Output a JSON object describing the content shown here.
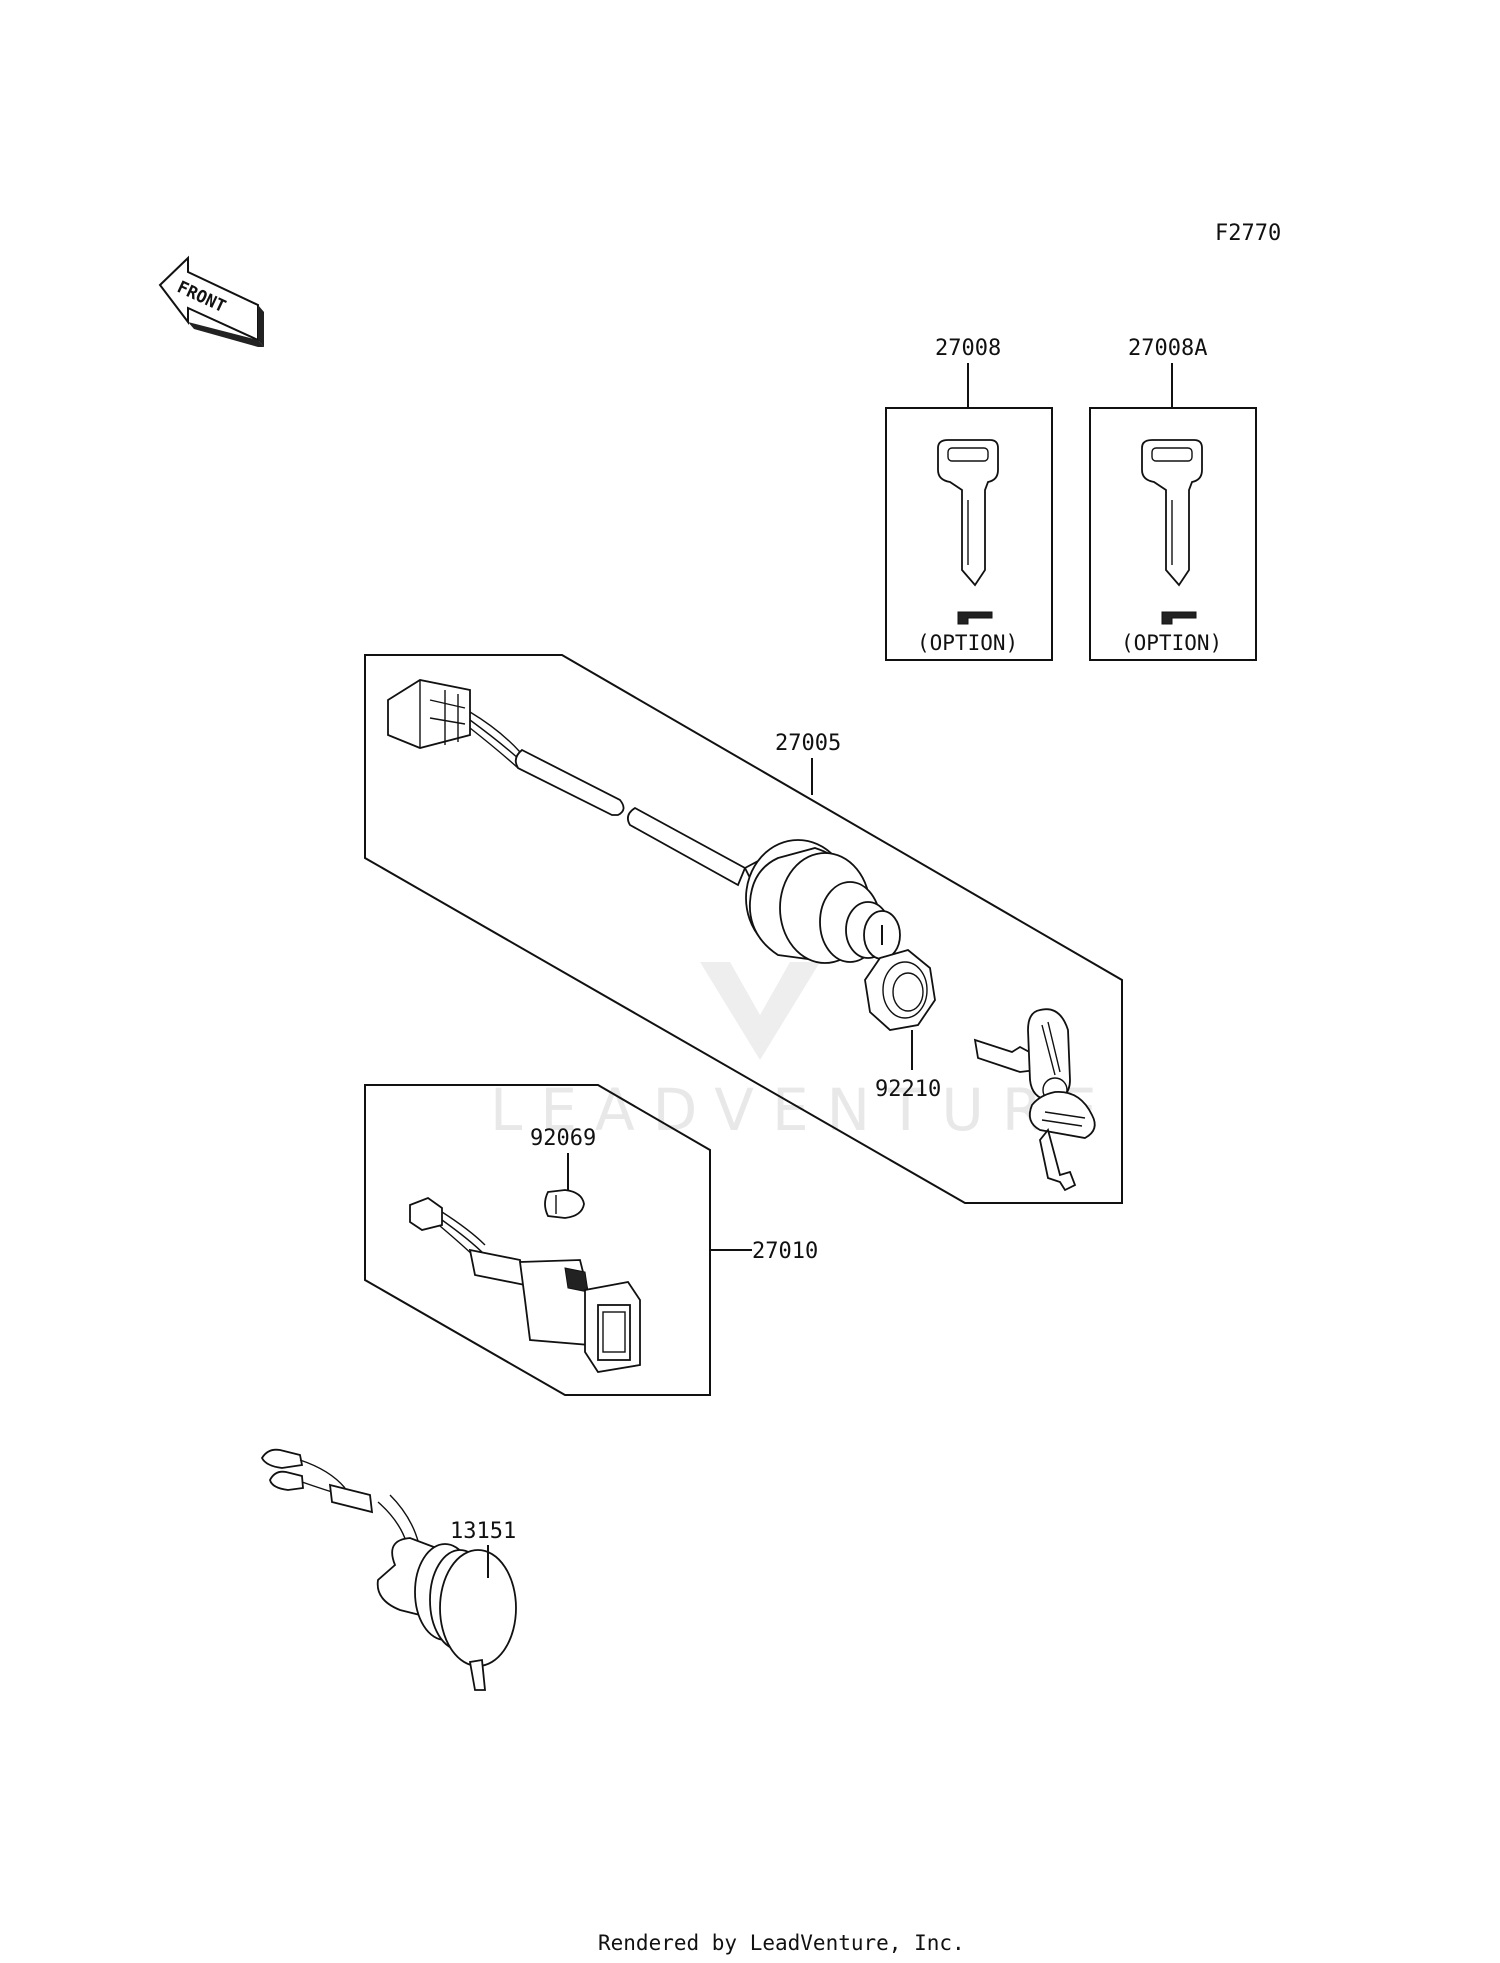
{
  "figure_code": "F2770",
  "front_arrow_label": "FRONT",
  "watermark": "LEADVENTURE",
  "footer": "Rendered by LeadVenture, Inc.",
  "parts": [
    {
      "id": "27008",
      "label": "27008",
      "note": "(OPTION)"
    },
    {
      "id": "27008A",
      "label": "27008A",
      "note": "(OPTION)"
    },
    {
      "id": "27005",
      "label": "27005"
    },
    {
      "id": "92210",
      "label": "92210"
    },
    {
      "id": "92069",
      "label": "92069"
    },
    {
      "id": "27010",
      "label": "27010"
    },
    {
      "id": "13151",
      "label": "13151"
    }
  ]
}
